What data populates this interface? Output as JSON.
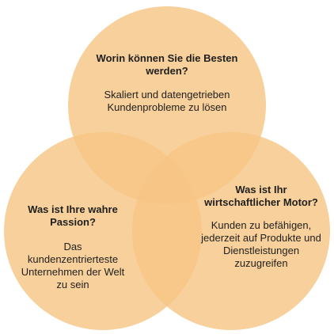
{
  "diagram": {
    "circles": [
      {
        "id": "top",
        "question": "Worin können Sie die Besten werden?",
        "answer": "Skaliert und datengetrieben Kundenprobleme zu lösen"
      },
      {
        "id": "left",
        "question": "Was ist Ihre wahre Passion?",
        "answer": "Das kundenzentrierteste Unternehmen der Welt zu sein"
      },
      {
        "id": "right",
        "question": "Was ist Ihr wirtschaftlicher Motor?",
        "answer": "Kunden zu befähigen, jederzeit auf Produkte und Dienstleistungen zuzugreifen"
      }
    ],
    "colors": {
      "circle_fill": "#f7c685",
      "text": "#1f1f1f",
      "background": "#ffffff"
    }
  }
}
